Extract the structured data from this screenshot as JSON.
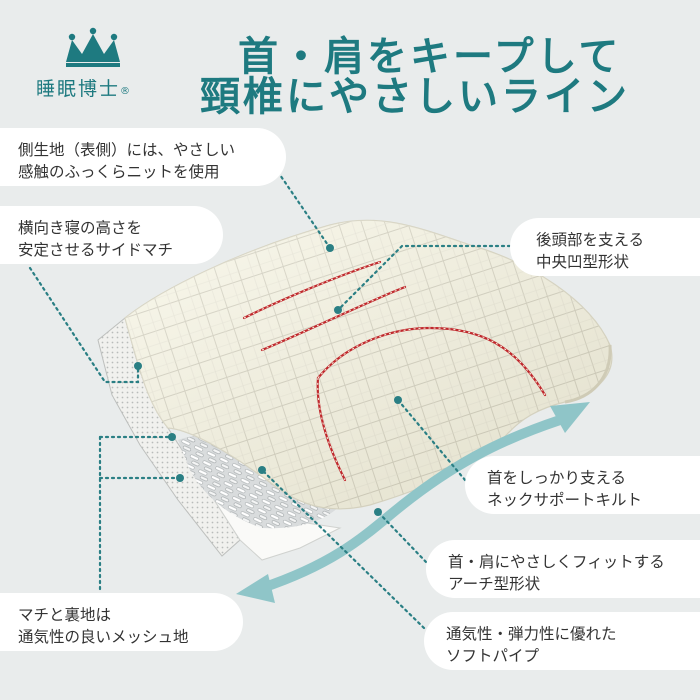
{
  "brand": {
    "name": "睡眠博士",
    "reg": "®",
    "logo_icon": "crown-icon"
  },
  "headline": {
    "line1": "首・肩をキープして",
    "line2": "頸椎にやさしいライン"
  },
  "callouts": [
    {
      "line1": "側生地（表側）には、やさしい",
      "line2": "感触のふっくらニットを使用"
    },
    {
      "line1": "横向き寝の高さを",
      "line2": "安定させるサイドマチ"
    },
    {
      "line1": "後頭部を支える",
      "line2": "中央凹型形状"
    },
    {
      "line1": "首をしっかり支える",
      "line2": "ネックサポートキルト"
    },
    {
      "line1": "首・肩にやさしくフィットする",
      "line2": "アーチ型形状"
    },
    {
      "line1": "マチと裏地は",
      "line2": "通気性の良いメッシュ地"
    },
    {
      "line1": "通気性・弾力性に優れた",
      "line2": "ソフトパイプ"
    }
  ],
  "colors": {
    "teal": "#1e7a80",
    "arrow": "#8fc5c8",
    "dots": "#2a7f84",
    "stitch": "#c0282d"
  }
}
